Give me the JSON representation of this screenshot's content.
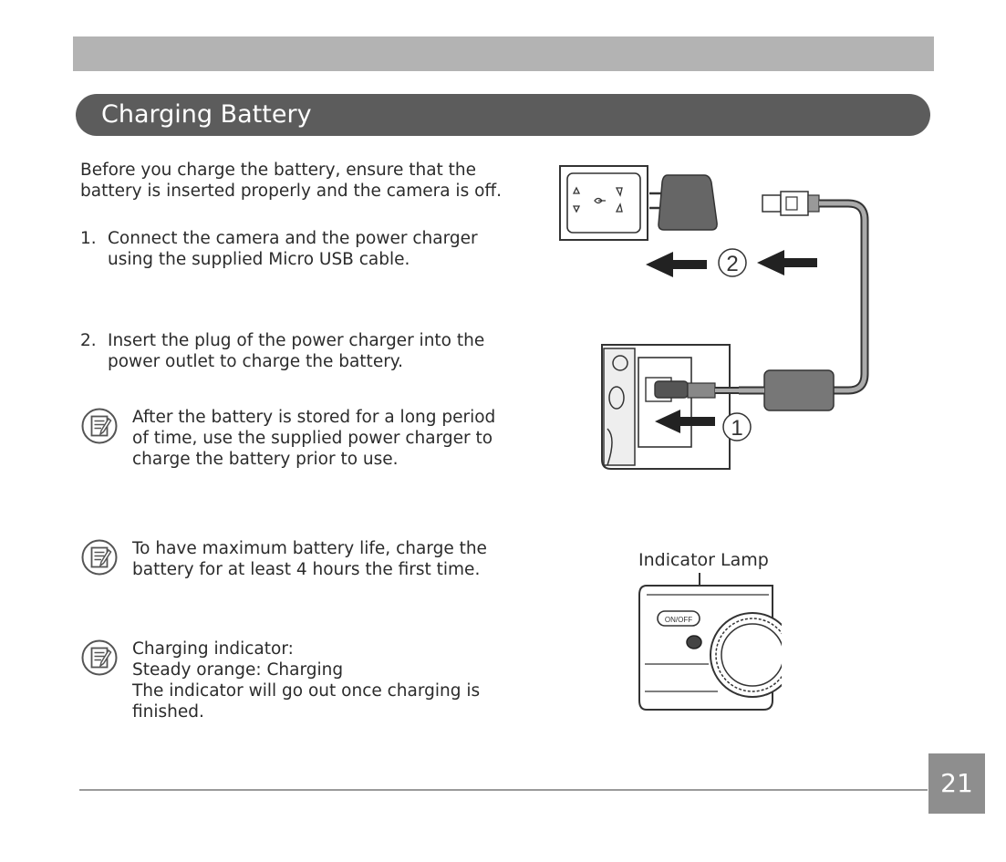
{
  "header": {
    "title": "Charging Battery"
  },
  "intro": "Before you charge the battery, ensure that the battery is inserted properly and the camera is off.",
  "steps": [
    {
      "number": "1.",
      "text": "Connect the camera and the power charger using the supplied Micro USB cable."
    },
    {
      "number": "2.",
      "text": "Insert the plug of the power charger into the power outlet to charge the battery."
    }
  ],
  "notes": [
    {
      "icon": "note-icon",
      "lines": [
        "After the battery is stored for a long period of time, use the supplied power charger to charge the battery prior to use."
      ]
    },
    {
      "icon": "note-icon",
      "lines": [
        "To have maximum battery life, charge the battery for at least 4 hours the first time."
      ]
    },
    {
      "icon": "note-icon",
      "lines": [
        "Charging indicator:",
        "Steady orange: Charging",
        "The indicator will go out once charging is finished."
      ]
    }
  ],
  "illustration": {
    "step_label_1": "1",
    "step_label_2": "2",
    "camera_button_label": "ON/OFF"
  },
  "indicator_lamp_label": "Indicator Lamp",
  "page_number": "21"
}
